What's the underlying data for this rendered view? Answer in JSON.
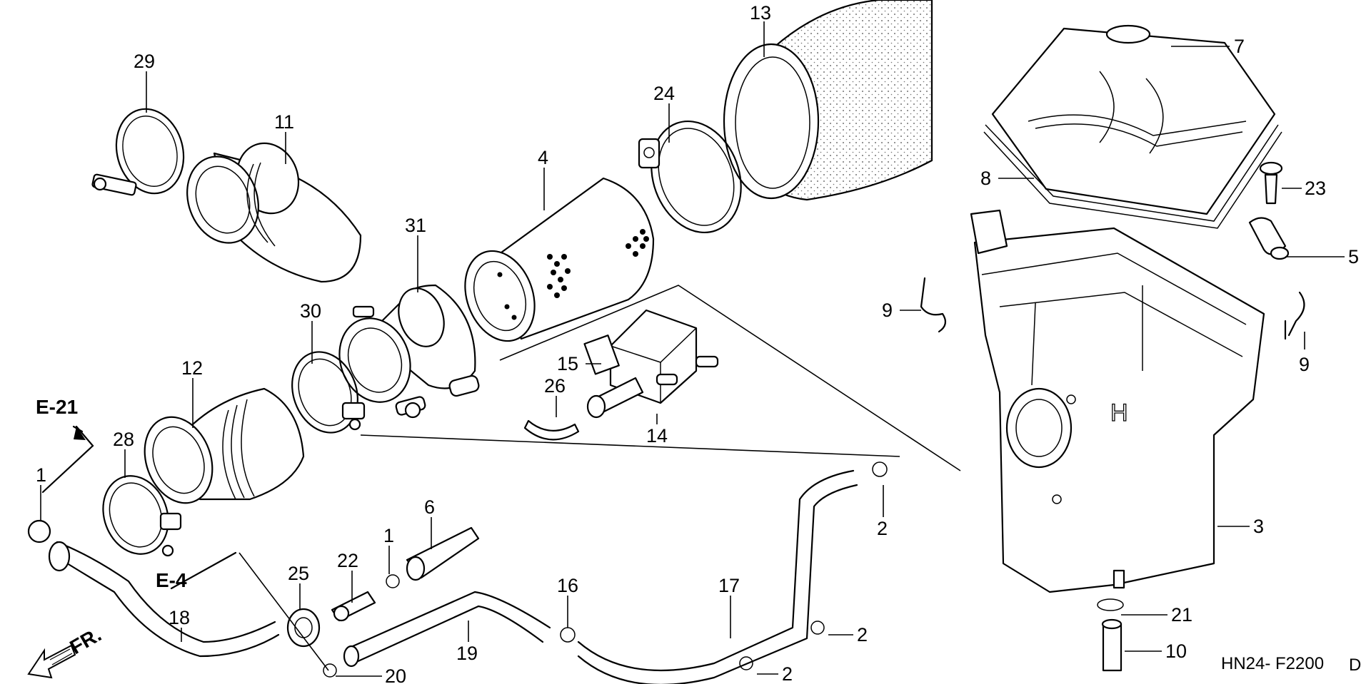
{
  "diagram": {
    "callouts": {
      "c1a": "1",
      "c1b": "1",
      "c2a": "2",
      "c2b": "2",
      "c2c": "2",
      "c3": "3",
      "c4": "4",
      "c5": "5",
      "c6": "6",
      "c7": "7",
      "c8": "8",
      "c9a": "9",
      "c9b": "9",
      "c10": "10",
      "c11": "11",
      "c12": "12",
      "c13": "13",
      "c14": "14",
      "c15": "15",
      "c16": "16",
      "c17": "17",
      "c18": "18",
      "c19": "19",
      "c20": "20",
      "c21": "21",
      "c22": "22",
      "c23": "23",
      "c24": "24",
      "c25": "25",
      "c26": "26",
      "c28": "28",
      "c29": "29",
      "c30": "30",
      "c31": "31"
    },
    "refs": {
      "e21": "E-21",
      "e4": "E-4"
    },
    "front_label": "FR.",
    "drawing_code": "HN24- F2200",
    "drawing_suffix": "D"
  }
}
